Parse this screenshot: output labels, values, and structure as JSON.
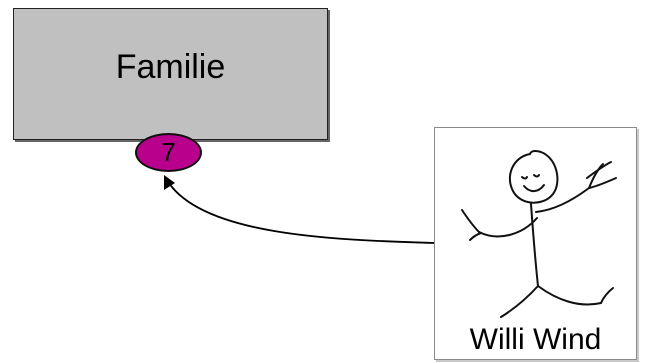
{
  "family": {
    "label": "Familie"
  },
  "badge": {
    "count": "7",
    "color": "#b8008c"
  },
  "person": {
    "name": "Willi Wind",
    "image_icon": "stick-figure-icon"
  },
  "connector": {
    "direction": "person-to-badge"
  }
}
